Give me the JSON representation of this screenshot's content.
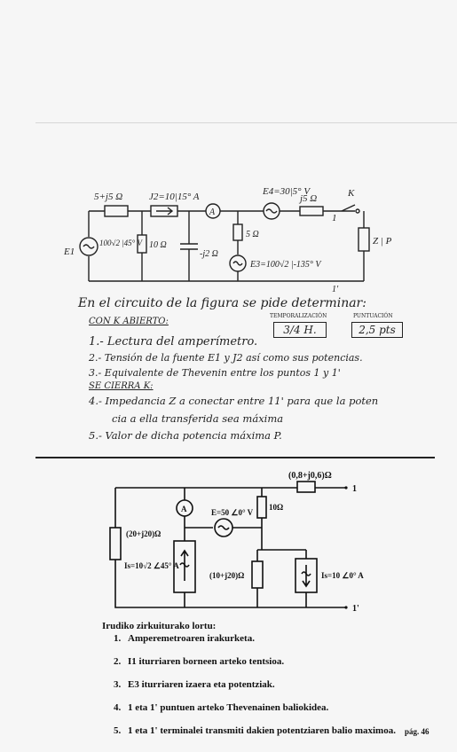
{
  "top": {
    "labels": {
      "z1": "5+j5 Ω",
      "i2": "J2=10|15° A",
      "e4": "E4=30|5° V",
      "k": "K",
      "j5": "j5 Ω",
      "e1": "E1",
      "e1val": "100√2 |45° V",
      "r10": "10 Ω",
      "cap": "-j2 Ω",
      "r5": "5 Ω",
      "e3": "E3=100√2 |-135° V",
      "zp": "Z | P",
      "n1": "1",
      "n1p": "1'"
    },
    "intro": "En el circuito de la figura se pide determinar:",
    "open": "CON K ABIERTO:",
    "time_label": "TEMPORALIZACIÓN",
    "time_value": "3/4 H.",
    "points_label": "PUNTUACIÓN",
    "points_value": "2,5 pts",
    "q1": "1.- Lectura del amperímetro.",
    "q2": "2.- Tensión de la fuente E1 y J2 así como sus potencias.",
    "q3": "3.- Equivalente de Thevenin entre los puntos 1 y 1'",
    "closed": "SE CIERRA K:",
    "q4a": "4.- Impedancia Z a conectar entre 11' para que la poten",
    "q4b": "cia a ella transferida sea máxima",
    "q5": "5.- Valor de dicha potencia máxima P."
  },
  "bottom": {
    "labels": {
      "zr": "(0,8+j0,6)Ω",
      "n1": "1",
      "a": "A",
      "e": "E=50 ∠0° V",
      "r10": "10Ω",
      "z20": "(20+j20)Ω",
      "is": "Is=10√2 ∠45° A",
      "z10": "(10+j20)Ω",
      "is2": "Is=10 ∠0° A",
      "n1p": "1'"
    },
    "heading": "Irudiko zirkuiturako lortu:",
    "items": [
      {
        "num": "1.",
        "text": "Amperemetroaren irakurketa."
      },
      {
        "num": "2.",
        "text": "I1 iturriaren borneen arteko tentsioa."
      },
      {
        "num": "3.",
        "text": "E3 iturriaren izaera eta potentziak."
      },
      {
        "num": "4.",
        "text": "1 eta 1' puntuen arteko Thevenainen baliokidea."
      },
      {
        "num": "5.",
        "text": "1 eta 1' terminalei transmiti dakien potentziaren balio maximoa."
      }
    ],
    "page_num": "pág. 46"
  }
}
